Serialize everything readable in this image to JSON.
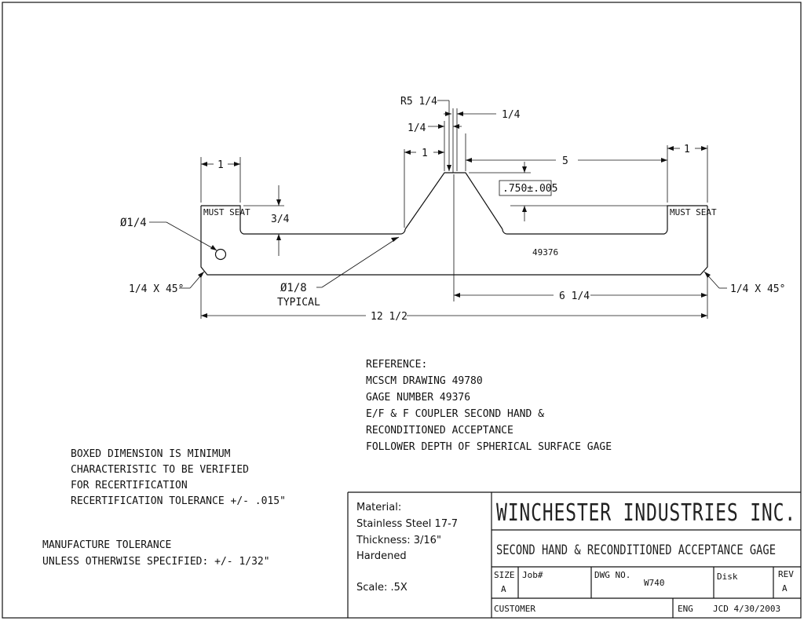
{
  "part": {
    "part_number": "49376",
    "must_seat_left": "MUST SEAT",
    "must_seat_right": "MUST SEAT"
  },
  "dims": {
    "r_radius": "R5 1/4",
    "quarter_right": "1/4",
    "quarter_left": "1/4",
    "one_mid": "1",
    "one_left": "1",
    "one_right": "1",
    "five": "5",
    "boxed": ".750±.005",
    "three_quarter": "3/4",
    "hole": "Ø1/4",
    "notch": "Ø1/8",
    "typical": "TYPICAL",
    "chamfer_left": "1/4 X 45°",
    "chamfer_right": "1/4 X 45°",
    "six_quarter": "6 1/4",
    "overall": "12 1/2"
  },
  "notes": {
    "reference": [
      "REFERENCE:",
      "MCSCM DRAWING 49780",
      "GAGE NUMBER 49376",
      "E/F & F COUPLER SECOND HAND &",
      "RECONDITIONED ACCEPTANCE",
      "FOLLOWER DEPTH OF SPHERICAL SURFACE GAGE"
    ],
    "boxed_note": [
      "BOXED DIMENSION IS MINIMUM",
      "CHARACTERISTIC TO BE VERIFIED",
      "FOR RECERTIFICATION",
      "RECERTIFICATION TOLERANCE +/- .015\""
    ],
    "tolerance": [
      "MANUFACTURE TOLERANCE",
      "UNLESS OTHERWISE SPECIFIED: +/- 1/32\""
    ]
  },
  "title_block": {
    "material": [
      "Material:",
      "Stainless Steel 17-7",
      "Thickness: 3/16\"",
      "Hardened"
    ],
    "scale": "Scale: .5X",
    "company": "WINCHESTER INDUSTRIES INC.",
    "title": "SECOND HAND & RECONDITIONED ACCEPTANCE GAGE",
    "size_label": "SIZE",
    "size_value": "A",
    "job_label": "Job#",
    "dwg_label": "DWG NO.",
    "dwg_value": "W740",
    "disk_label": "Disk",
    "rev_label": "REV",
    "rev_value": "A",
    "customer_label": "CUSTOMER",
    "eng_label": "ENG",
    "eng_value": "JCD  4/30/2003"
  }
}
